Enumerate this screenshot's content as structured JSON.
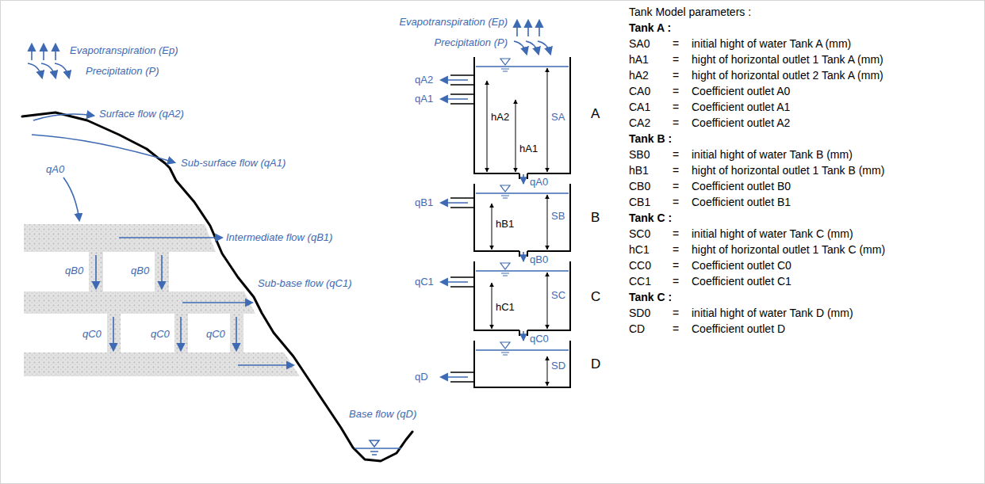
{
  "diagram": {
    "nodes": [
      {
        "text": [
          "hA2",
          "hA1",
          "SA",
          "A"
        ]
      },
      {
        "text": [
          "hB1",
          "SB",
          "B"
        ]
      },
      {
        "text": [
          "hC1",
          "SC",
          "C"
        ]
      },
      {
        "text": [
          "SD",
          "D"
        ]
      }
    ],
    "edges": [
      {
        "from": 0,
        "to": 1,
        "label": "qA0",
        "arrow": "to"
      },
      {
        "from": 1,
        "to": 2,
        "label": "qB0",
        "arrow": "to"
      },
      {
        "from": 2,
        "to": 3,
        "label": "qC0",
        "arrow": "to"
      }
    ],
    "labels": [
      "Evapotranspiration (Ep)",
      "Precipitation (P)",
      "Surface flow (qA2)",
      "Sub-surface flow (qA1)",
      "qA0",
      "Intermediate flow (qB1)",
      "qB0",
      "qB0",
      "Sub-base flow (qC1)",
      "qC0",
      "qC0",
      "qC0",
      "Base flow (qD)",
      "Evapotranspiration (Ep)",
      "Precipitation (P)",
      "qA2",
      "qA1",
      "qB1",
      "qC1",
      "qD",
      "Tank Model parameters :",
      "Tank A :",
      "SA0",
      "=",
      "initial hight of water Tank A (mm)",
      "hA1",
      "=",
      "hight of horizontal outlet 1 Tank A (mm)",
      "hA2",
      "=",
      "hight of horizontal outlet 2 Tank A (mm)",
      "CA0",
      "=",
      "Coefficient outlet A0",
      "CA1",
      "=",
      "Coefficient outlet A1",
      "CA2",
      "=",
      "Coefficient outlet A2",
      "Tank B :",
      "SB0",
      "=",
      "initial hight of water Tank B (mm)",
      "hB1",
      "=",
      "hight of horizontal outlet 1 Tank B (mm)",
      "CB0",
      "=",
      "Coefficient outlet B0",
      "CB1",
      "=",
      "Coefficient outlet B1",
      "Tank C :",
      "SC0",
      "=",
      "initial hight of water Tank C (mm)",
      "hC1",
      "=",
      "hight of horizontal outlet 1 Tank C (mm)",
      "CC0",
      "=",
      "Coefficient outlet C0",
      "CC1",
      "=",
      "Coefficient outlet C1",
      "Tank C :",
      "SD0",
      "=",
      "initial hight of water Tank D (mm)",
      "CD",
      "=",
      "Coefficient outlet D"
    ]
  }
}
